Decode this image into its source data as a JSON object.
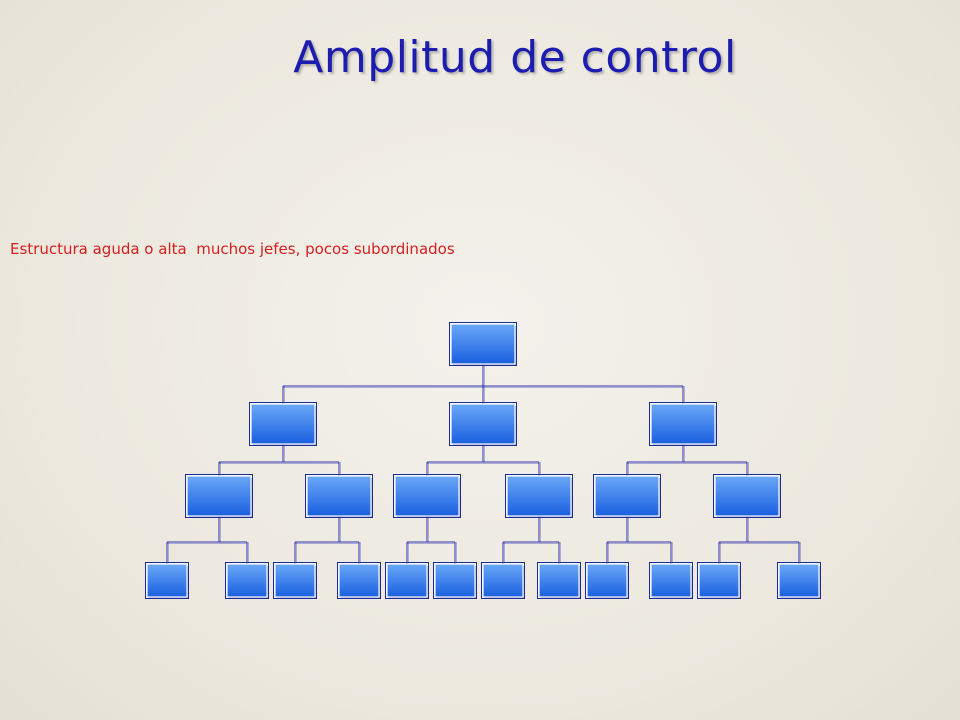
{
  "slide": {
    "title": "Amplitud de control",
    "subtitle": "Estructura aguda o alta  muchos jefes, pocos subordinados"
  },
  "org_chart": {
    "levels": [
      1,
      3,
      6,
      12
    ],
    "node_fill_top": "#5a9cf5",
    "node_fill_bottom": "#1a5fe0",
    "connector_color": "#1c1ca8"
  }
}
